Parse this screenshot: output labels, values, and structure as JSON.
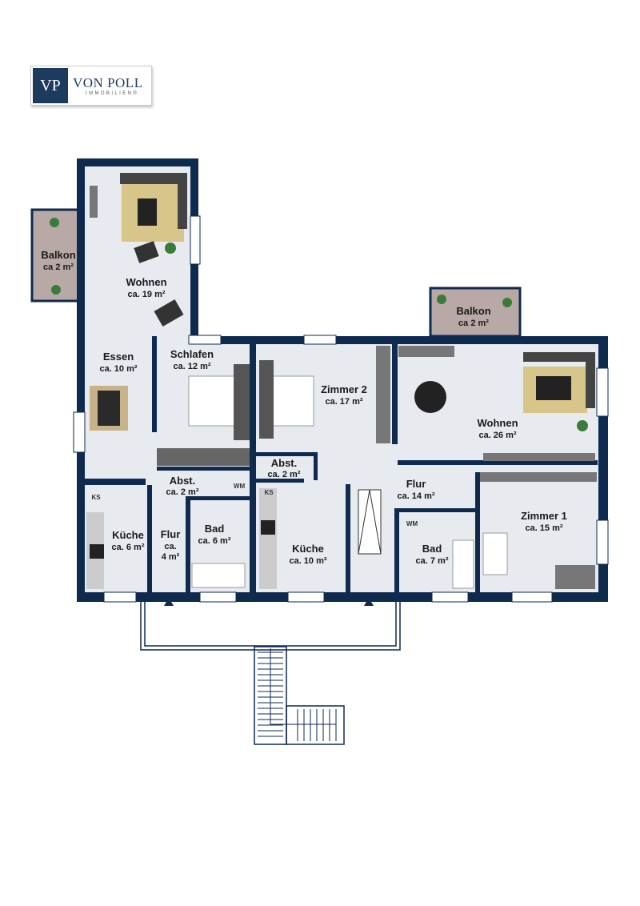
{
  "logo": {
    "mark": "VP",
    "name": "VON POLL",
    "sub": "IMMOBILIEN®"
  },
  "colors": {
    "wall": "#0f2a4f",
    "floor": "#e7eaee",
    "balcony": "#b9a9a6",
    "rug": "#d8c58a"
  },
  "rooms": {
    "balkon_left": {
      "name": "Balkon",
      "area": "ca 2 m²"
    },
    "wohnen_left": {
      "name": "Wohnen",
      "area": "ca. 19 m²"
    },
    "essen": {
      "name": "Essen",
      "area": "ca. 10 m²"
    },
    "schlafen": {
      "name": "Schlafen",
      "area": "ca. 12 m²"
    },
    "zimmer2": {
      "name": "Zimmer 2",
      "area": "ca. 17 m²"
    },
    "balkon_right": {
      "name": "Balkon",
      "area": "ca 2 m²"
    },
    "wohnen_right": {
      "name": "Wohnen",
      "area": "ca. 26 m²"
    },
    "abst_left": {
      "name": "Abst.",
      "area": "ca. 2 m²"
    },
    "kueche_left": {
      "name": "Küche",
      "area": "ca. 6 m²"
    },
    "flur_left": {
      "name": "Flur",
      "area1": "ca.",
      "area2": "4 m²"
    },
    "bad_left": {
      "name": "Bad",
      "area": "ca. 6 m²"
    },
    "abst_mid": {
      "name": "Abst.",
      "area": "ca. 2 m²"
    },
    "kueche_mid": {
      "name": "Küche",
      "area": "ca. 10 m²"
    },
    "flur_mid": {
      "name": "Flur",
      "area": "ca. 14 m²"
    },
    "bad_right": {
      "name": "Bad",
      "area": "ca. 7 m²"
    },
    "zimmer1": {
      "name": "Zimmer 1",
      "area": "ca. 15 m²"
    }
  },
  "tags": {
    "ks": "KS",
    "wm": "WM"
  }
}
